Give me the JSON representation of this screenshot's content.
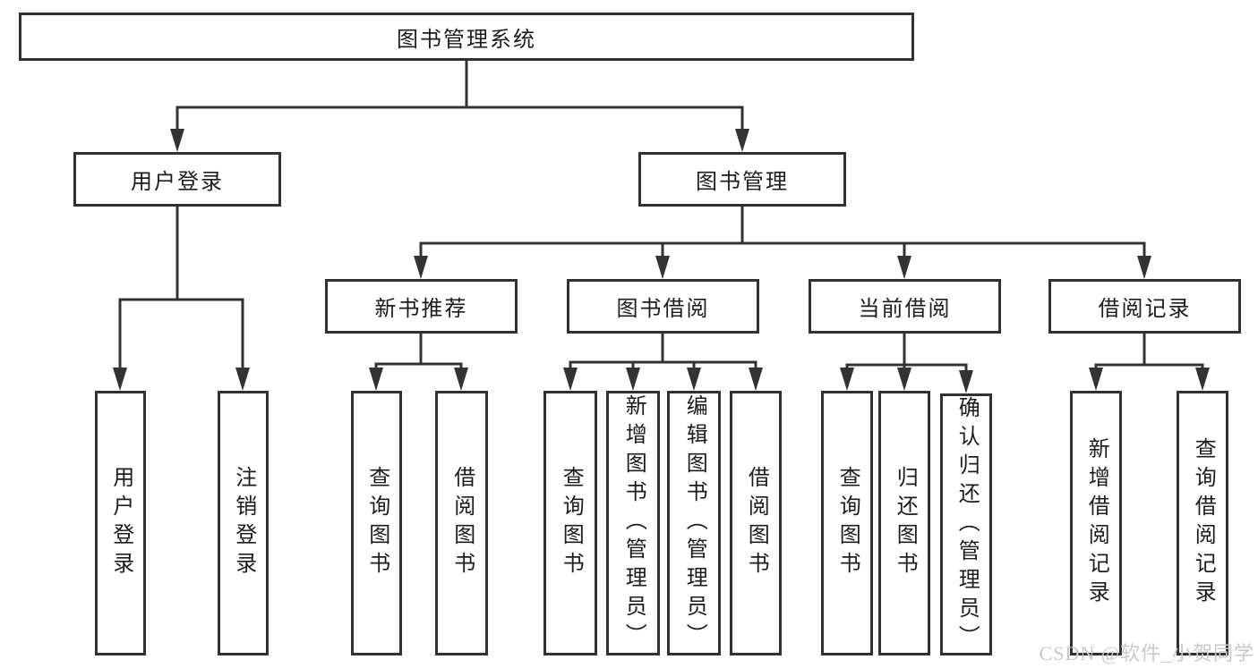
{
  "diagram": {
    "root": {
      "label": "图书管理系统"
    },
    "branches": [
      {
        "label": "用户登录",
        "children": [
          {
            "label": "用户登录"
          },
          {
            "label": "注销登录"
          }
        ]
      },
      {
        "label": "图书管理",
        "children": [
          {
            "label": "新书推荐",
            "children": [
              {
                "label": "查询图书"
              },
              {
                "label": "借阅图书"
              }
            ]
          },
          {
            "label": "图书借阅",
            "children": [
              {
                "label": "查询图书"
              },
              {
                "label": "新增图书（管理员）"
              },
              {
                "label": "编辑图书（管理员）"
              },
              {
                "label": "借阅图书"
              }
            ]
          },
          {
            "label": "当前借阅",
            "children": [
              {
                "label": "查询图书"
              },
              {
                "label": "归还图书"
              },
              {
                "label": "确认归还（管理员）"
              }
            ]
          },
          {
            "label": "借阅记录",
            "children": [
              {
                "label": "新增借阅记录"
              },
              {
                "label": "查询借阅记录"
              }
            ]
          }
        ]
      }
    ],
    "colors": {
      "line": "#333333",
      "box_border": "#313131",
      "text": "#1c1c1c",
      "watermark": "#c8c8c8",
      "background": "#ffffff"
    }
  },
  "watermark": {
    "text": "CSDN @软件_小贺同学"
  }
}
